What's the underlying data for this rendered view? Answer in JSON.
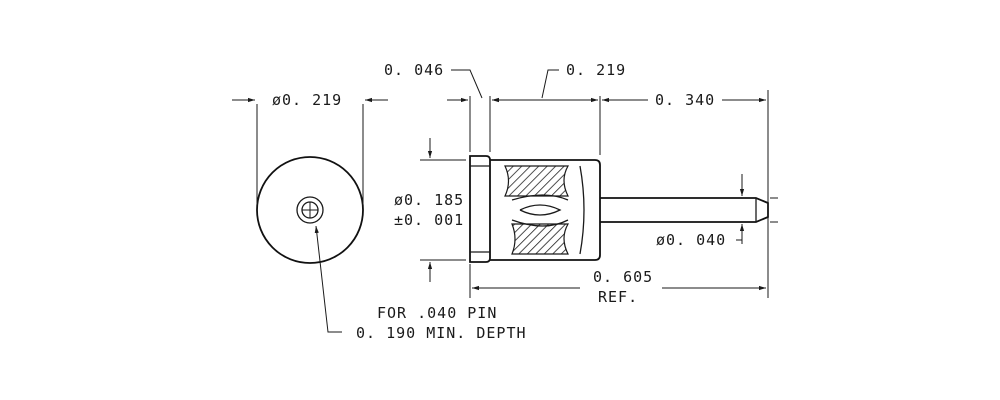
{
  "dimensions": {
    "end_view_diameter": "ø0. 219",
    "flange_width": "0. 046",
    "body_length": "0. 219",
    "pin_length": "0. 340",
    "body_diameter_value": "ø0. 185",
    "body_diameter_tolerance": "±0. 001",
    "pin_diameter": "ø0. 040",
    "overall_length": "0. 605",
    "overall_length_note": "REF."
  },
  "notes": {
    "socket_line1": "FOR .040 PIN",
    "socket_line2": "0. 190 MIN. DEPTH"
  }
}
